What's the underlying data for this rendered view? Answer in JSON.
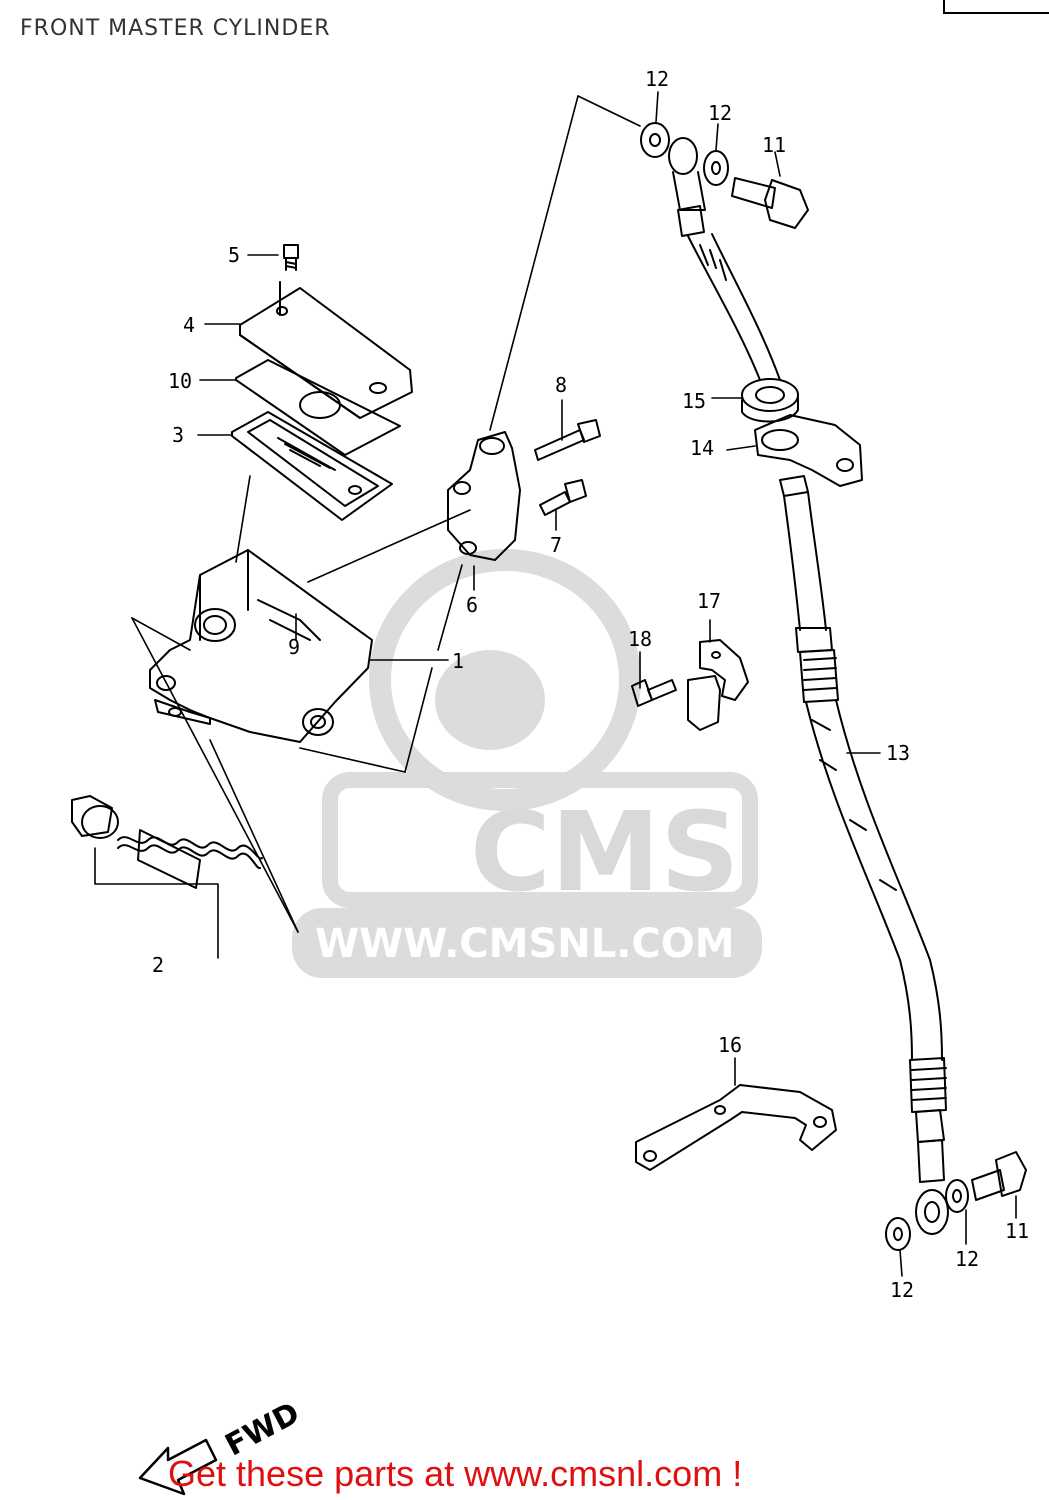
{
  "page": {
    "title": "FRONT MASTER CYLINDER"
  },
  "callouts": [
    {
      "id": "c12a",
      "text": "12"
    },
    {
      "id": "c12b",
      "text": "12"
    },
    {
      "id": "c11a",
      "text": "11"
    },
    {
      "id": "c5",
      "text": "5"
    },
    {
      "id": "c4",
      "text": "4"
    },
    {
      "id": "c10",
      "text": "10"
    },
    {
      "id": "c3",
      "text": "3"
    },
    {
      "id": "c8",
      "text": "8"
    },
    {
      "id": "c7",
      "text": "7"
    },
    {
      "id": "c15",
      "text": "15"
    },
    {
      "id": "c14",
      "text": "14"
    },
    {
      "id": "c6",
      "text": "6"
    },
    {
      "id": "c9",
      "text": "9"
    },
    {
      "id": "c1",
      "text": "1"
    },
    {
      "id": "c17",
      "text": "17"
    },
    {
      "id": "c18",
      "text": "18"
    },
    {
      "id": "c13",
      "text": "13"
    },
    {
      "id": "c2",
      "text": "2"
    },
    {
      "id": "c16",
      "text": "16"
    },
    {
      "id": "c11b",
      "text": "11"
    },
    {
      "id": "c12c",
      "text": "12"
    },
    {
      "id": "c12d",
      "text": "12"
    }
  ],
  "direction_marker": {
    "label": "FWD"
  },
  "watermark": {
    "brand": "CMS",
    "url": "WWW.CMSNL.COM"
  },
  "footer": {
    "text": "Get these parts at www.cmsnl.com !"
  },
  "colors": {
    "line": "#000000",
    "footer": "#e01010",
    "watermark": "#d9d9d9"
  }
}
